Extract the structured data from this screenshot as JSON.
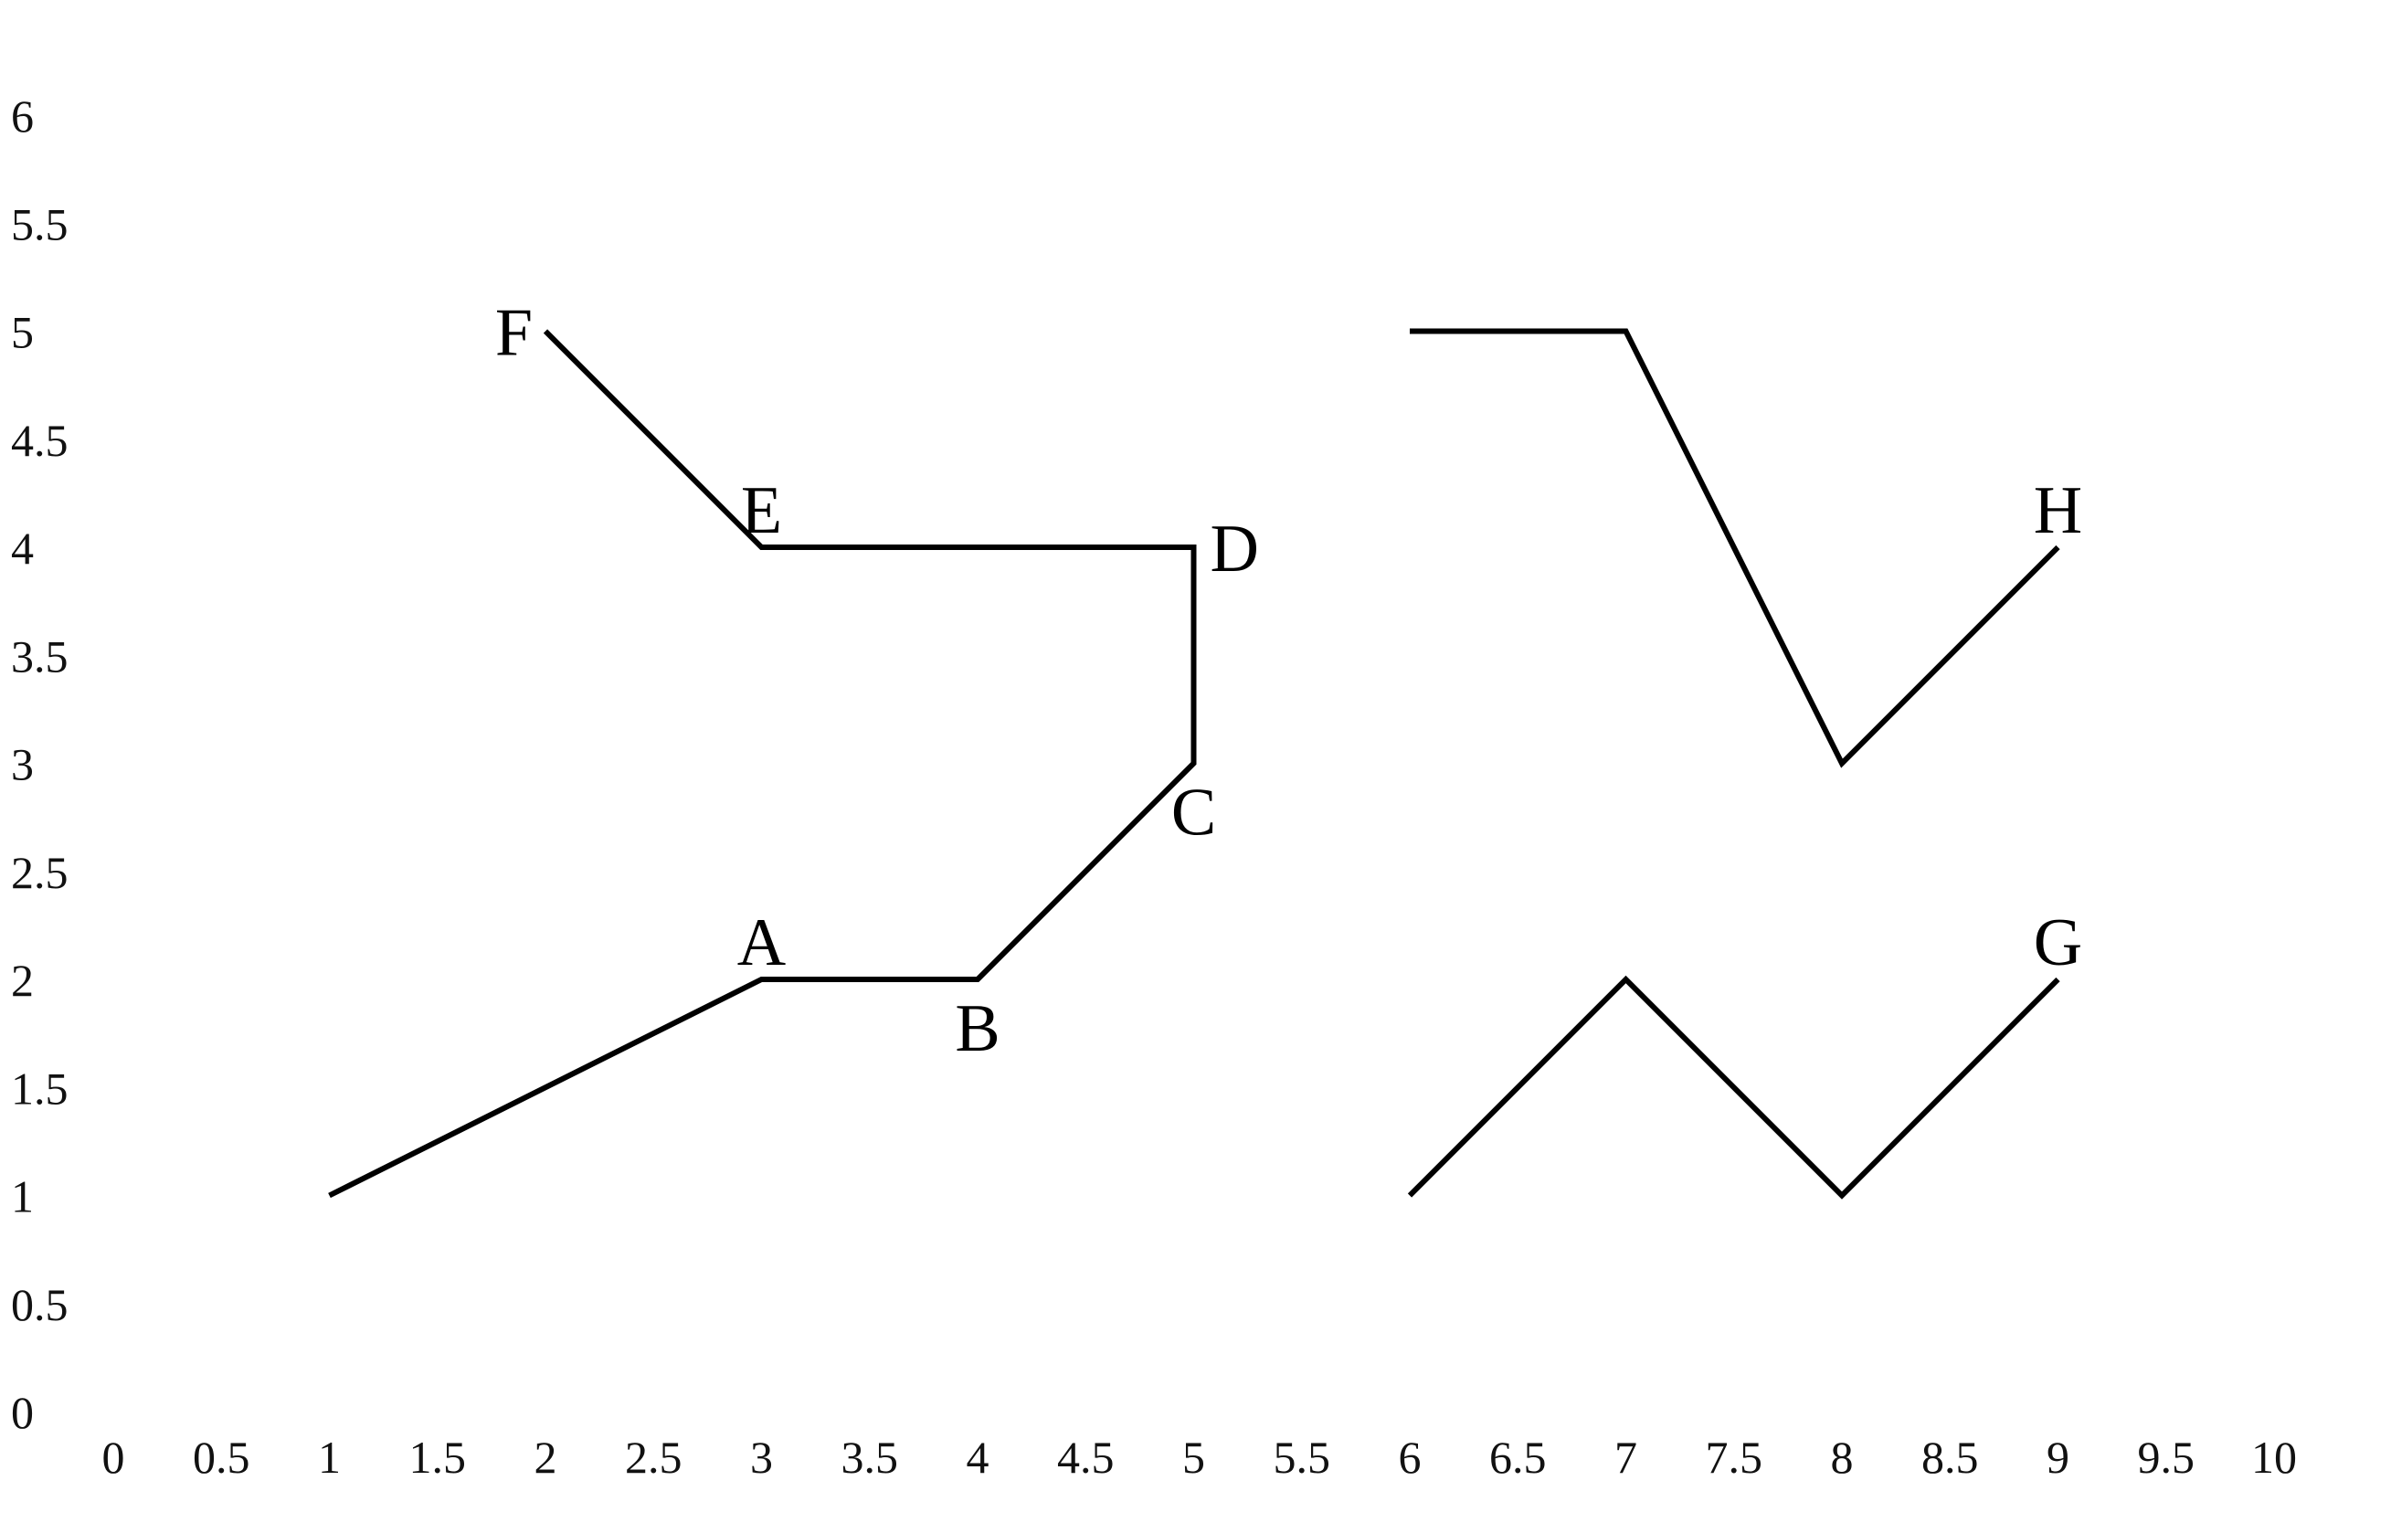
{
  "chart_data": {
    "type": "line",
    "title": "",
    "xlabel": "",
    "ylabel": "",
    "xlim": [
      0,
      10
    ],
    "ylim": [
      0,
      6
    ],
    "x_ticks": [
      "0",
      "0.5",
      "1",
      "1.5",
      "2",
      "2.5",
      "3",
      "3.5",
      "4",
      "4.5",
      "5",
      "5.5",
      "6",
      "6.5",
      "7",
      "7.5",
      "8",
      "8.5",
      "9",
      "9.5",
      "10"
    ],
    "y_ticks": [
      "0",
      "0.5",
      "1",
      "1.5",
      "2",
      "2.5",
      "3",
      "3.5",
      "4",
      "4.5",
      "5",
      "5.5",
      "6"
    ],
    "grid": false,
    "legend": "none",
    "line_color": "#000000",
    "series": [
      {
        "x": [
          1,
          3,
          4,
          5,
          5,
          3,
          2
        ],
        "y": [
          1,
          2,
          2,
          3,
          4,
          4,
          5
        ]
      },
      {
        "x": [
          6,
          7,
          8,
          9
        ],
        "y": [
          5,
          5,
          3,
          4
        ]
      },
      {
        "x": [
          6,
          7,
          8,
          9
        ],
        "y": [
          1,
          2,
          1,
          2
        ]
      }
    ],
    "annotations": [
      {
        "text": "A",
        "x": 3,
        "y": 2,
        "position": "above"
      },
      {
        "text": "B",
        "x": 4,
        "y": 2,
        "position": "below"
      },
      {
        "text": "C",
        "x": 5,
        "y": 3,
        "position": "below"
      },
      {
        "text": "D",
        "x": 5,
        "y": 4,
        "position": "right"
      },
      {
        "text": "E",
        "x": 3,
        "y": 4,
        "position": "above"
      },
      {
        "text": "F",
        "x": 2,
        "y": 5,
        "position": "left"
      },
      {
        "text": "H",
        "x": 9,
        "y": 4,
        "position": "above"
      },
      {
        "text": "G",
        "x": 9,
        "y": 2,
        "position": "above"
      }
    ]
  }
}
